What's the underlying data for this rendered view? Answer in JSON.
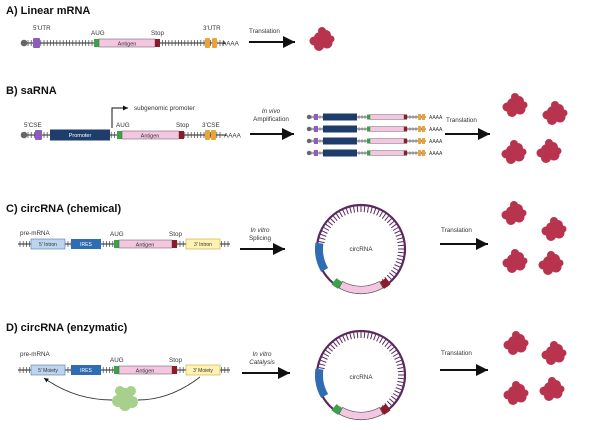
{
  "sections": {
    "a": {
      "title": "A) Linear mRNA",
      "utr5": "5'UTR",
      "aug": "AUG",
      "antigen": "Antigen",
      "stop": "Stop",
      "utr3": "3'UTR",
      "polyA": "AAAA",
      "process": "Translation"
    },
    "b": {
      "title": "B) saRNA",
      "cse5": "5'CSE",
      "promoter": "Promoter",
      "subgenomic": "subgenomic promoter",
      "aug": "AUG",
      "antigen": "Antigen",
      "stop": "Stop",
      "cse3": "3'CSE",
      "polyA": "AAAA",
      "polyA_small": "AAAA",
      "step_line1": "In vivo",
      "step_line2": "Amplification",
      "process": "Translation"
    },
    "c": {
      "title": "C) circRNA (chemical)",
      "pre": "pre-mRNA",
      "intron5": "5' Intron",
      "ires": "IRES",
      "aug": "AUG",
      "antigen": "Antigen",
      "stop": "Stop",
      "intron3": "3' Intron",
      "step_line1": "In vitro",
      "step_line2": "Splicing",
      "circ": "circRNA",
      "process": "Translation"
    },
    "d": {
      "title": "D) circRNA (enzymatic)",
      "pre": "pre-mRNA",
      "moiety5": "5' Moiety",
      "ires": "IRES",
      "aug": "AUG",
      "antigen": "Antigen",
      "stop": "Stop",
      "moiety3": "3' Moiety",
      "step_line1": "In vitro",
      "step_line2": "Catalysis",
      "circ": "circRNA",
      "process": "Translation"
    }
  },
  "colors": {
    "utr5": "#8e5bbf",
    "aug": "#3aa34a",
    "antigen": "#f5c6e0",
    "stop": "#8b1a2b",
    "utr3": "#e8a33a",
    "promoter": "#1f3d6b",
    "intron5": "#bcd4ee",
    "ires": "#2f6db3",
    "intron3": "#fff2b3",
    "protein": "#b8334d",
    "enzyme": "#a8d08d",
    "circle": "#5a2a5e"
  }
}
